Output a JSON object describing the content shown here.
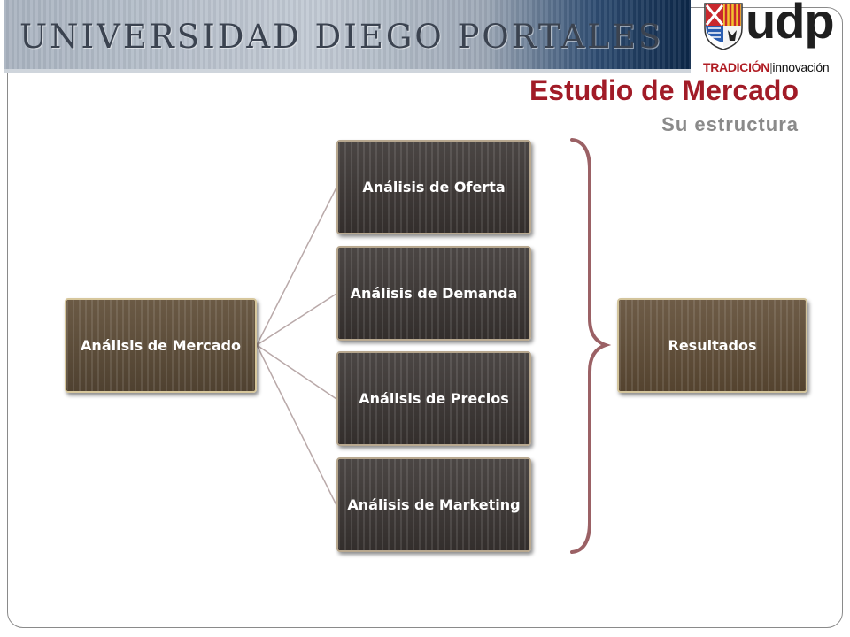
{
  "header": {
    "banner_text": "UNIVERSIDAD DIEGO PORTALES",
    "logo_text": "udp",
    "logo_tagline_left": "TRADICIÓN",
    "logo_tagline_right": "innovación",
    "crest_icon": "university-crest-icon"
  },
  "slide": {
    "title": "Estudio de Mercado",
    "subtitle": "Su estructura"
  },
  "diagram": {
    "root": {
      "label": "Análisis de Mercado"
    },
    "branches": [
      {
        "label": "Análisis de Oferta"
      },
      {
        "label": "Análisis de Demanda"
      },
      {
        "label": "Análisis de Precios"
      },
      {
        "label": "Análisis de Marketing"
      }
    ],
    "result": {
      "label": "Resultados"
    },
    "bracket_icon": "curly-brace-icon"
  },
  "colors": {
    "title": "#a11b27",
    "subtitle": "#8a8a8a",
    "root_fill": "#5c4d3a",
    "branch_fill": "#3d3836",
    "result_fill": "#604f3b",
    "connector": "#b9a9a9",
    "bracket": "#9b6165"
  }
}
